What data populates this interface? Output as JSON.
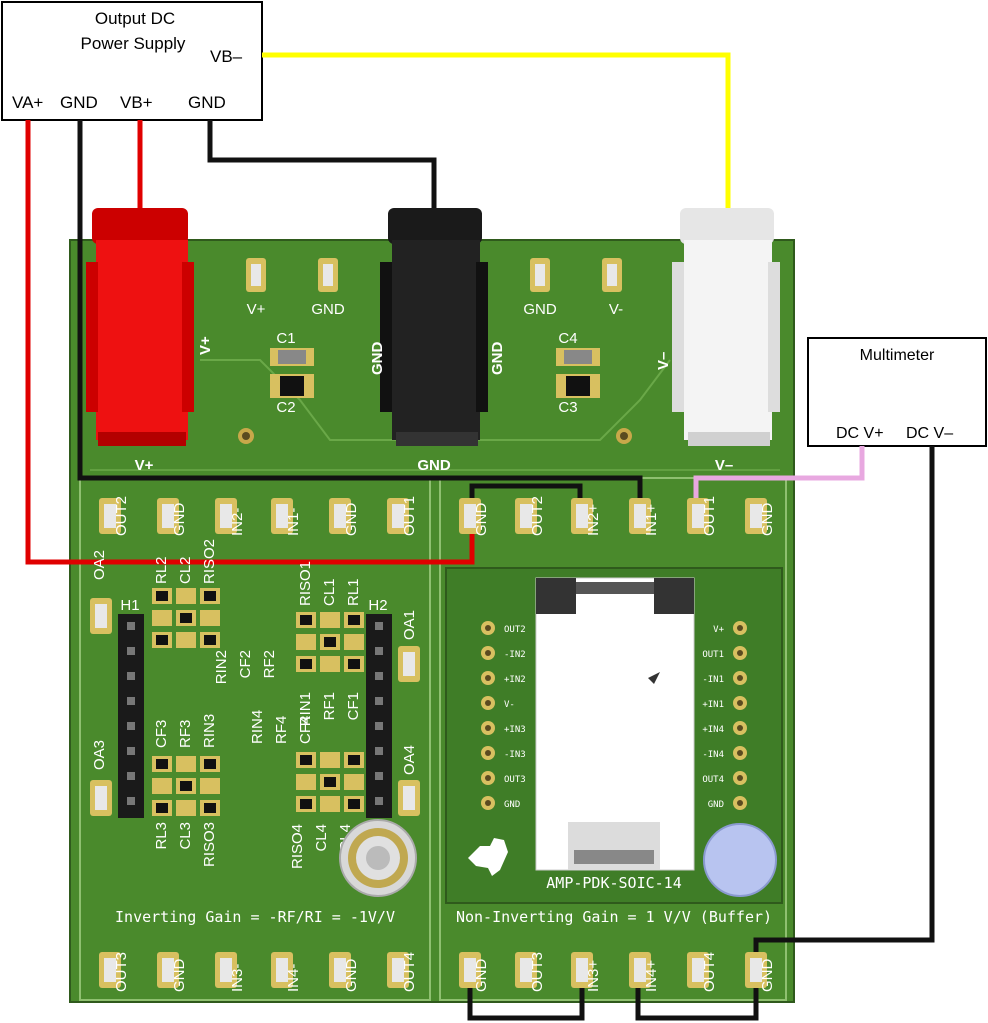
{
  "power_supply": {
    "title_line1": "Output DC",
    "title_line2": "Power Supply",
    "vb_minus": "VB–",
    "terminals": [
      "VA+",
      "GND",
      "VB+",
      "GND"
    ]
  },
  "multimeter": {
    "title": "Multimeter",
    "dc_plus": "DC V+",
    "dc_minus": "DC V–"
  },
  "board": {
    "jack_labels": {
      "vplus": "V+",
      "gnd_left": "GND",
      "gnd_right": "GND",
      "gnd_bottom": "GND",
      "vminus": "V–"
    },
    "top_pads": [
      "V+",
      "GND",
      "GND",
      "V-"
    ],
    "cap_labels": [
      "C1",
      "C2",
      "C4",
      "C3"
    ],
    "left_top_pads": [
      "OUT2",
      "GND",
      "IN2-",
      "IN1-",
      "GND",
      "OUT1"
    ],
    "right_top_pads": [
      "GND",
      "OUT2",
      "IN2+",
      "IN1+",
      "OUT1",
      "GND"
    ],
    "left_bottom_pads": [
      "OUT3",
      "GND",
      "IN3-",
      "IN4-",
      "GND",
      "OUT4"
    ],
    "right_bottom_pads": [
      "GND",
      "OUT3",
      "IN3+",
      "IN4+",
      "OUT4",
      "GND"
    ],
    "oa_labels": [
      "OA2",
      "OA1",
      "OA3",
      "OA4"
    ],
    "header_labels": [
      "H1",
      "H2"
    ],
    "comp_block_2_top": [
      "RL2",
      "CL2",
      "RISO2"
    ],
    "comp_block_2_bottom": [
      "RIN2",
      "CF2",
      "RF2"
    ],
    "comp_block_1_top": [
      "RISO1",
      "CL1",
      "RL1"
    ],
    "comp_block_1_bottom": [
      "RIN1",
      "RF1",
      "CF1"
    ],
    "comp_block_3_top": [
      "CF3",
      "RF3",
      "RIN3"
    ],
    "comp_block_3_bottom": [
      "RL3",
      "CL3",
      "RISO3"
    ],
    "comp_block_4_top": [
      "RIN4",
      "RF4",
      "CF4"
    ],
    "comp_block_4_bottom": [
      "RISO4",
      "CL4",
      "RL4"
    ],
    "inverting_caption": "Inverting Gain = -RF/RI = -1V/V",
    "noninverting_caption": "Non-Inverting Gain = 1 V/V (Buffer)",
    "socket_left_pins": [
      "OUT2",
      "-IN2",
      "+IN2",
      "V-",
      "+IN3",
      "-IN3",
      "OUT3",
      "GND"
    ],
    "socket_right_pins": [
      "V+",
      "OUT1",
      "-IN1",
      "+IN1",
      "+IN4",
      "-IN4",
      "OUT4",
      "GND"
    ],
    "socket_name": "AMP-PDK-SOIC-14"
  },
  "colors": {
    "board": "#4a8a2c",
    "board_dark": "#3a6f22",
    "trace": "#5c9a3a",
    "red": "#e00000",
    "black": "#111111",
    "yellow": "#ffff00",
    "pink": "#e8a8e0",
    "pad": "#d8c060"
  }
}
